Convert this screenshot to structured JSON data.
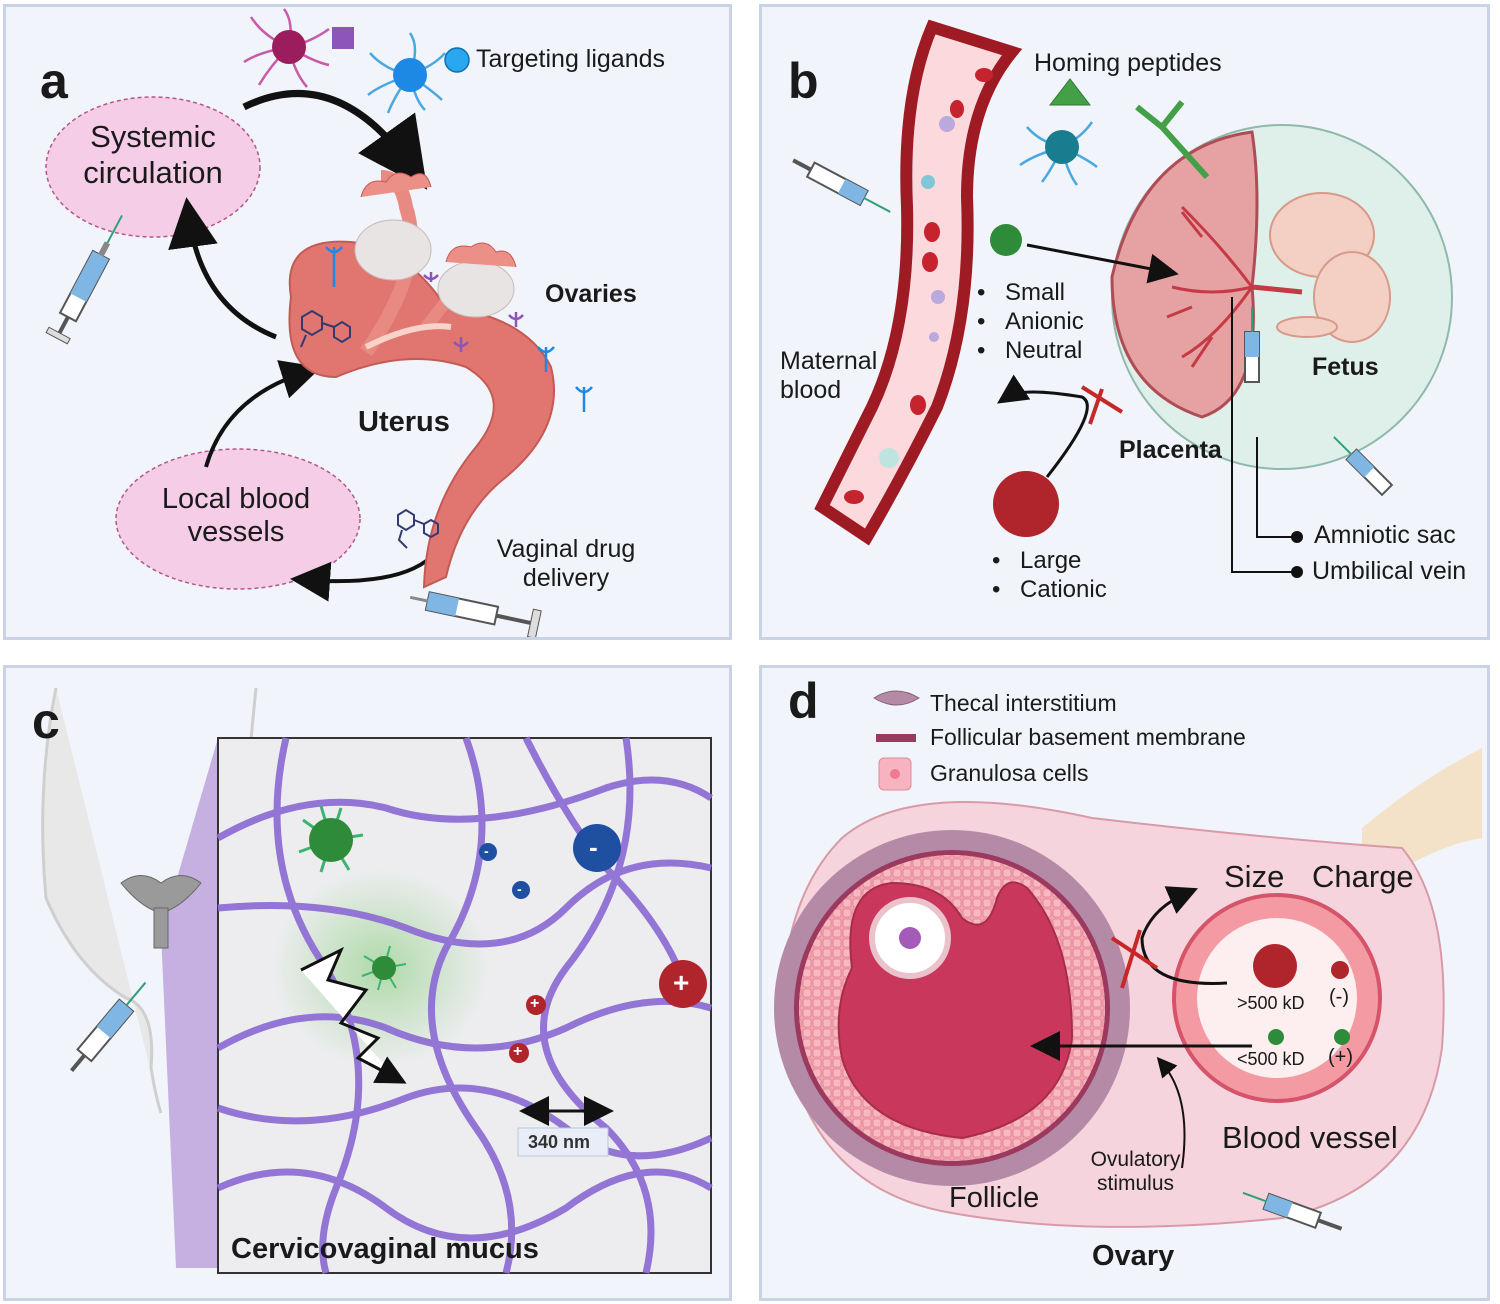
{
  "panel_a": {
    "letter": "a",
    "targeting_ligands": "Targeting ligands",
    "systemic_line1": "Systemic",
    "systemic_line2": "circulation",
    "ovaries": "Ovaries",
    "uterus": "Uterus",
    "local_line1": "Local blood",
    "local_line2": "vessels",
    "vaginal_line1": "Vaginal drug",
    "vaginal_line2": "delivery"
  },
  "panel_b": {
    "letter": "b",
    "homing_peptides": "Homing peptides",
    "small_properties": [
      "Small",
      "Anionic",
      "Neutral"
    ],
    "maternal_line1": "Maternal",
    "maternal_line2": "blood",
    "fetus": "Fetus",
    "placenta": "Placenta",
    "large_properties": [
      "Large",
      "Cationic"
    ],
    "amniotic_sac": "Amniotic sac",
    "umbilical_vein": "Umbilical vein"
  },
  "panel_c": {
    "letter": "c",
    "scale_label": "340 nm",
    "title": "Cervicovaginal mucus",
    "neg_sign": "-",
    "pos_sign": "+"
  },
  "panel_d": {
    "letter": "d",
    "legend": [
      {
        "label": "Thecal interstitium",
        "color": "#b58aa6"
      },
      {
        "label": "Follicular basement membrane",
        "color": "#9b3a5e"
      },
      {
        "label": "Granulosa cells",
        "color": "#f7b3c0"
      }
    ],
    "size": "Size",
    "charge": "Charge",
    "above_500": ">500 kD",
    "below_500": "<500 kD",
    "neg_charge": "(-)",
    "pos_charge": "(+)",
    "blood_vessel": "Blood vessel",
    "ovulatory_line1": "Ovulatory",
    "ovulatory_line2": "stimulus",
    "follicle": "Follicle",
    "ovary": "Ovary"
  },
  "colors": {
    "panel_border": "#c9d3e6",
    "panel_bg": "#f1f4fa",
    "uterus": "#e0766f",
    "circulation_oval": "#f6cde6",
    "mucus_fiber": "#8f6fd4",
    "green_particle": "#2e8b3a",
    "blue_particle": "#1f4fa0",
    "red_particle": "#b0242b",
    "follicle": "#c9375c"
  }
}
